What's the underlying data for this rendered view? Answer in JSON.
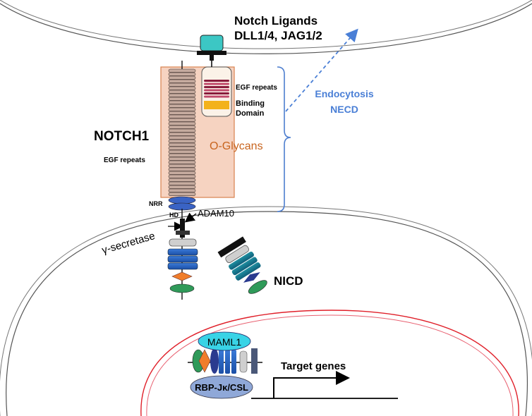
{
  "labels": {
    "ligands_line1": "Notch Ligands",
    "ligands_line2": "DLL1/4, JAG1/2",
    "egf_repeats_top": "EGF repeats",
    "binding_line1": "Binding",
    "binding_line2": "Domain",
    "endocytosis_line1": "Endocytosis",
    "endocytosis_line2": "NECD",
    "notch1": "NOTCH1",
    "o_glycans": "O-Glycans",
    "egf_repeats_left": "EGF repeats",
    "nrr": "NRR",
    "hd": "HD",
    "adam10": "ADAM10",
    "gamma_secretase": "γ-secretase",
    "nicd": "NICD",
    "maml1": "MAML1",
    "rbp": "RBP-Jκ/CSL",
    "target_genes": "Target genes"
  },
  "colors": {
    "ligand_teal": "#3cc7c4",
    "glycan_box": "#f6d3c1",
    "glycan_border": "#d9824f",
    "glycan_text": "#c8641e",
    "egf_stripes": "#8a1c3c",
    "binding_yellow": "#f3b21b",
    "endocytosis_blue": "#4a7fd6",
    "bracket_blue": "#4d7ecf",
    "nucleus_red": "#e0202a",
    "maml_cyan": "#39d3e6",
    "rbp_blue": "#8fa8d8"
  }
}
